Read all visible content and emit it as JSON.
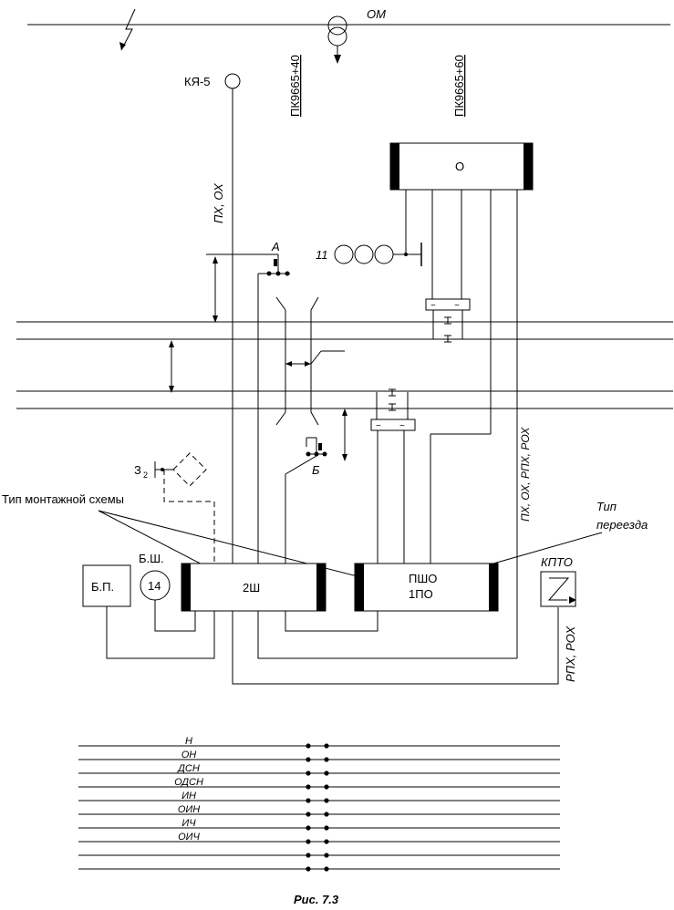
{
  "labels": {
    "om": "ОМ",
    "kya5": "КЯ-5",
    "pk1": "ПК9665+40",
    "pk2": "ПК9665+60",
    "px_ox": "ПХ, ОХ",
    "relay_o": "О",
    "sig_a": "А",
    "track_11": "11",
    "sig_b": "Б",
    "z2_main": "З",
    "z2_sub": "2",
    "mount_scheme_type": "Тип монтажной схемы",
    "crossing_type_1": "Тип",
    "crossing_type_2": "переезда",
    "px_ox_rpx_rox": "ПХ, ОХ, РПХ, РОХ",
    "bp": "Б.П.",
    "bsh": "Б.Ш.",
    "bsh_num": "14",
    "cab_2sh": "2Ш",
    "psho": "ПШО",
    "po1": "1ПО",
    "kpto": "КПТО",
    "rpx_rox": "РПХ, РОХ"
  },
  "bus_lines": [
    "Н",
    "ОН",
    "ДСН",
    "ОДСН",
    "ИН",
    "ОИН",
    "ИЧ",
    "ОИЧ",
    "",
    ""
  ],
  "caption": "Рис. 7.3"
}
